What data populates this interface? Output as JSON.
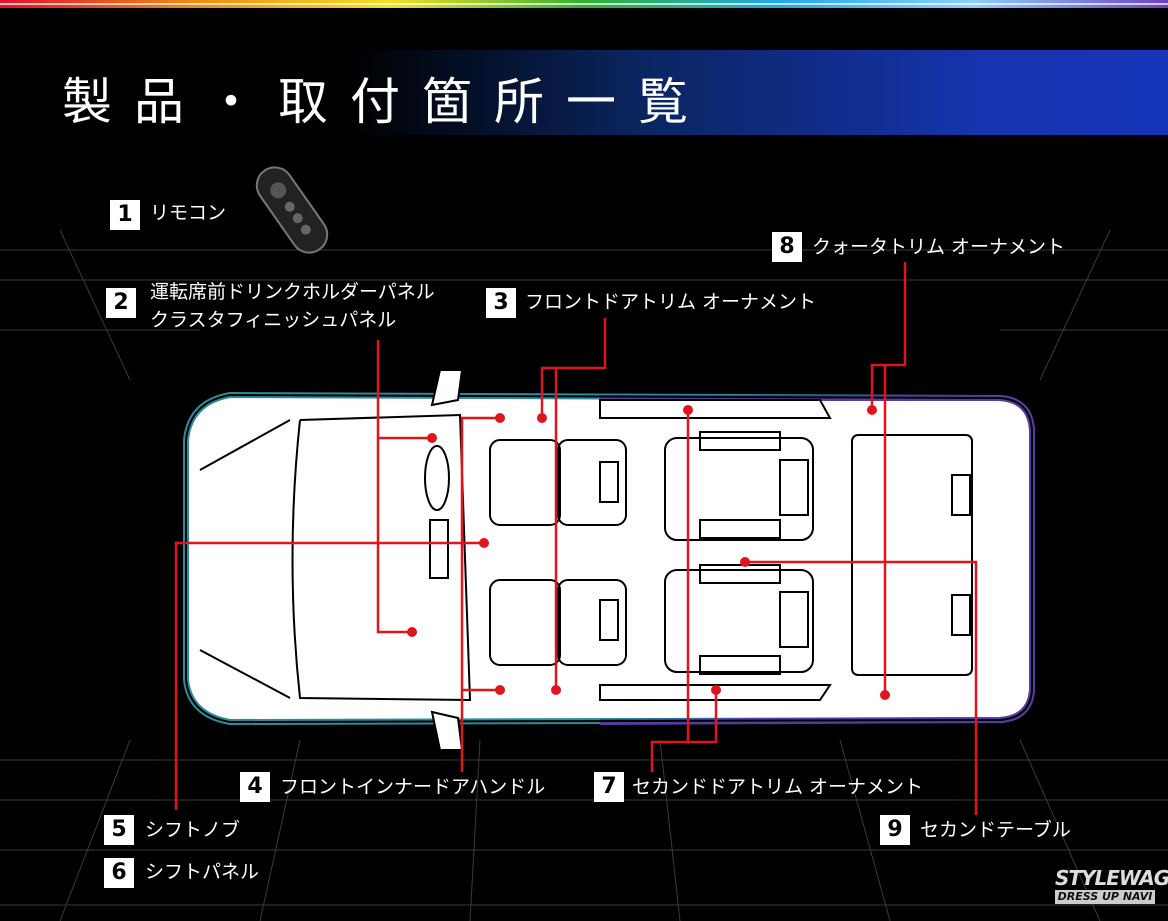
{
  "title": "製品・取付箇所一覧",
  "items": [
    {
      "num": "1",
      "label": "リモコン"
    },
    {
      "num": "2",
      "label": "運転席前ドリンクホルダーパネル",
      "label2": "クラスタフィニッシュパネル"
    },
    {
      "num": "3",
      "label": "フロントドアトリム オーナメント"
    },
    {
      "num": "4",
      "label": "フロントインナードアハンドル"
    },
    {
      "num": "5",
      "label": "シフトノブ"
    },
    {
      "num": "6",
      "label": "シフトパネル"
    },
    {
      "num": "7",
      "label": "セカンドドアトリム オーナメント"
    },
    {
      "num": "8",
      "label": "クォータトリム オーナメント"
    },
    {
      "num": "9",
      "label": "セカンドテーブル"
    }
  ],
  "logo": {
    "line1": "STYLEWAGON",
    "line2": "DRESS UP NAVI"
  },
  "colors": {
    "leader": "#e0141e",
    "titlebar": "#1634b0"
  }
}
